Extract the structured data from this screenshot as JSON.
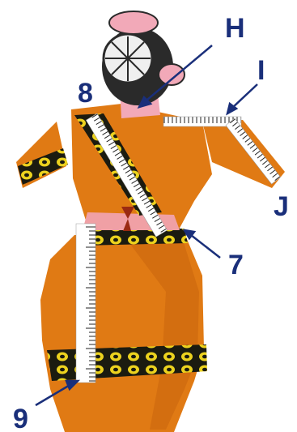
{
  "labels": {
    "H": "H",
    "I": "I",
    "J": "J",
    "m7": "7",
    "m8": "8",
    "m9": "9"
  },
  "colors": {
    "fabric": "#e07a14",
    "fabric_dark": "#b85a0a",
    "border_black": "#1b1b10",
    "border_yellow": "#ecd21e",
    "skin": "#f2a9b8",
    "hair": "#2a2a2a",
    "label": "#1a2f7a",
    "tape": "#ffffff"
  }
}
